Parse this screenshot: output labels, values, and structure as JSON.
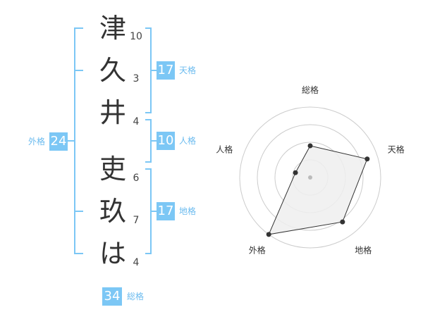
{
  "name": {
    "chars": [
      {
        "char": "津",
        "strokes": "10"
      },
      {
        "char": "久",
        "strokes": "3"
      },
      {
        "char": "井",
        "strokes": "4"
      },
      {
        "char": "吏",
        "strokes": "6"
      },
      {
        "char": "玖",
        "strokes": "7"
      },
      {
        "char": "は",
        "strokes": "4"
      }
    ]
  },
  "grades": {
    "tenkaku": {
      "value": "17",
      "label": "天格"
    },
    "jinkaku": {
      "value": "10",
      "label": "人格"
    },
    "chikaku": {
      "value": "17",
      "label": "地格"
    },
    "gaikaku": {
      "value": "24",
      "label": "外格"
    },
    "soukaku": {
      "value": "34",
      "label": "総格"
    }
  },
  "chart_data": {
    "type": "radar",
    "axes": [
      "総格",
      "天格",
      "地格",
      "外格",
      "人格"
    ],
    "values": [
      0.45,
      0.85,
      0.78,
      1.0,
      0.22
    ],
    "range": [
      0,
      1
    ],
    "rings": 4,
    "colors": {
      "fill": "#eeeeee",
      "line": "#333333",
      "point": "#333333",
      "grid": "#cccccc",
      "center": "#bbbbbb"
    }
  },
  "colors": {
    "accent": "#7cc7f5",
    "bracket": "#7cc7f5",
    "label": "#6bbbef",
    "text": "#333333"
  }
}
